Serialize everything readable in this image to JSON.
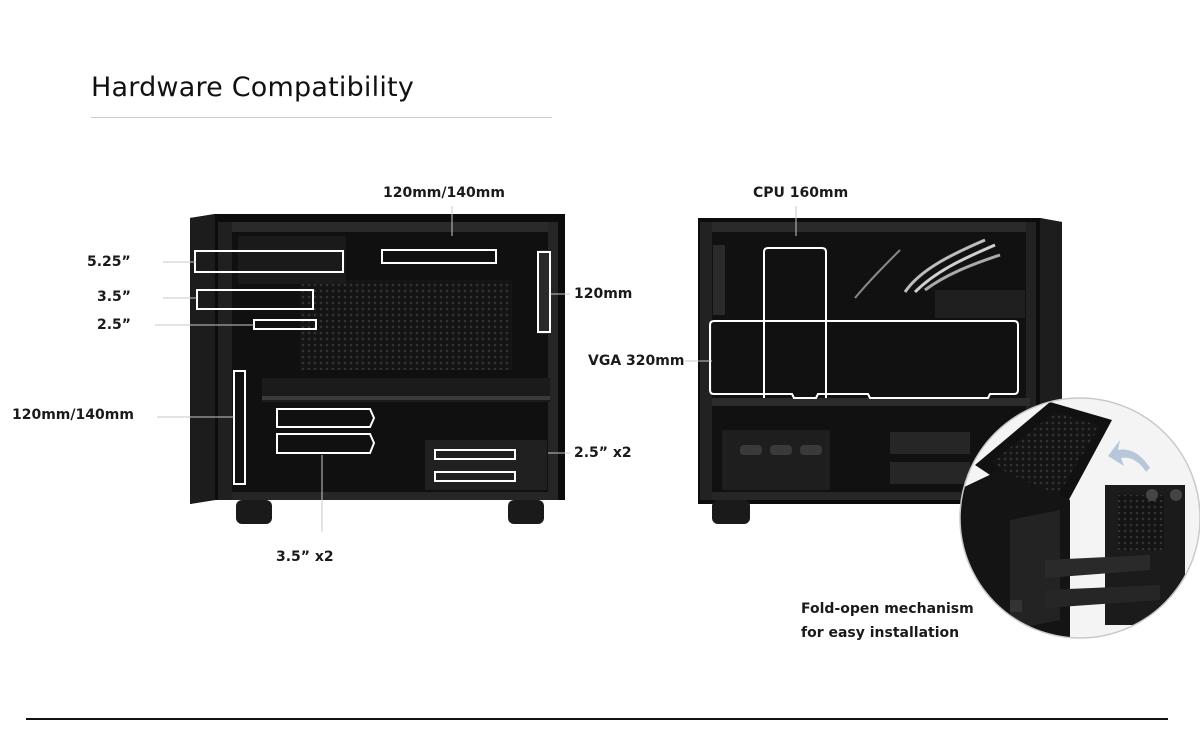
{
  "header": {
    "title": "Hardware Compatibility"
  },
  "left_case": {
    "labels": {
      "top_fan": "120mm/140mm",
      "bay_525": "5.25”",
      "bay_35": "3.5”",
      "bay_25": "2.5”",
      "front_fan": "120mm/140mm",
      "rear_fan": "120mm",
      "ssd_x2": "2.5” x2",
      "hdd_x2": "3.5” x2"
    }
  },
  "right_case": {
    "labels": {
      "cpu": "CPU 160mm",
      "vga": "VGA 320mm"
    }
  },
  "inset": {
    "caption_line1": "Fold-open mechanism",
    "caption_line2": "for easy installation"
  }
}
